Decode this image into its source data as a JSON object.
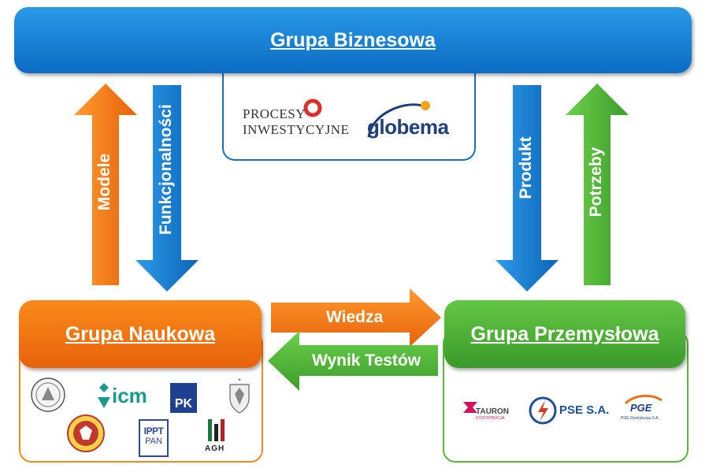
{
  "groups": {
    "business": {
      "title": "Grupa Biznesowa"
    },
    "science": {
      "title": "Grupa Naukowa"
    },
    "industry": {
      "title": "Grupa Przemysłowa"
    }
  },
  "arrows": {
    "models": "Modele",
    "functionalities": "Funkcjonalności",
    "product": "Produkt",
    "needs": "Potrzeby",
    "knowledge": "Wiedza",
    "test_results": "Wynik Testów"
  },
  "logos": {
    "business": {
      "procesy_line1": "PROCESY",
      "procesy_line2": "INWESTYCYJNE",
      "globema": "globema"
    },
    "science": {
      "icm": "icm",
      "pk": "PK",
      "ippt_line1": "IPPT",
      "ippt_line2": "PAN",
      "agh": "AGH"
    },
    "industry": {
      "tauron": "TAURON",
      "tauron_sub": "DYSTRYBUCJA",
      "pse": "PSE S.A.",
      "pge": "PGE",
      "pge_sub": "PGE Dystrybucja S.A."
    }
  },
  "colors": {
    "blue": "#0a6cc4",
    "orange": "#f07a12",
    "green": "#4fb035"
  }
}
